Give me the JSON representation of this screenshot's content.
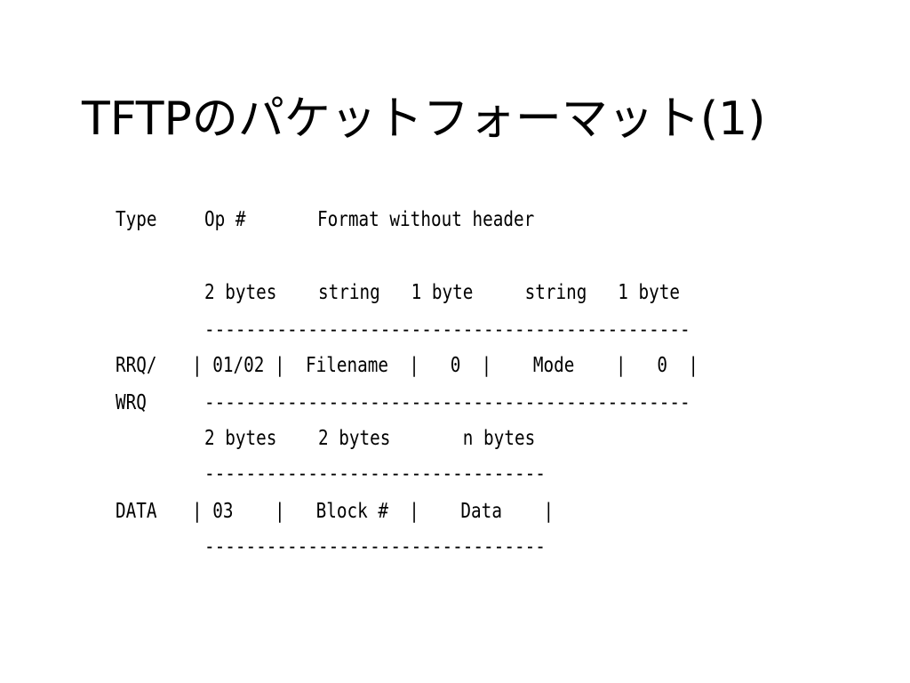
{
  "slide": {
    "title": "TFTPのパケットフォーマット(1)"
  },
  "header": {
    "type": "Type",
    "op": "Op #",
    "format": "Format without header"
  },
  "rrq_wrq": {
    "sizes": "2 bytes    string   1 byte     string   1 byte",
    "dash_top": "-----------------------------------------------",
    "label_1": "RRQ/",
    "row": "| 01/02 |  Filename  |   0  |    Mode    |   0  |",
    "label_2": "WRQ",
    "dash_bottom": "-----------------------------------------------"
  },
  "data_packet": {
    "sizes": "2 bytes    2 bytes       n bytes",
    "dash_top": "---------------------------------",
    "label": "DATA",
    "row": "| 03    |   Block #  |    Data    |",
    "dash_bottom": "---------------------------------"
  }
}
